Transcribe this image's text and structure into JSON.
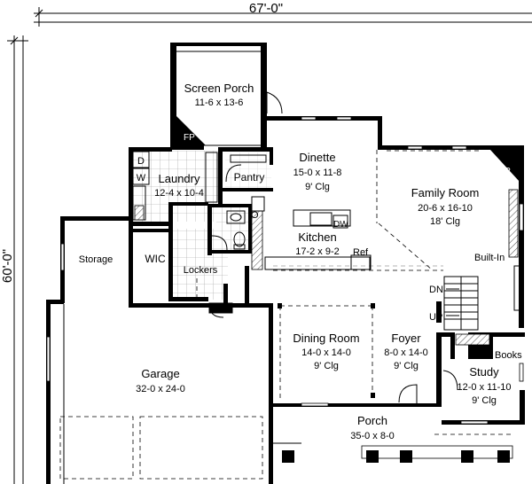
{
  "dimensions": {
    "overall_width": "67'-0\"",
    "overall_depth": "60'-0\""
  },
  "rooms": {
    "screen_porch": {
      "name": "Screen Porch",
      "size": "11-6 x 13-6"
    },
    "dinette": {
      "name": "Dinette",
      "size": "15-0 x 11-8",
      "ceiling": "9' Clg"
    },
    "laundry": {
      "name": "Laundry",
      "size": "12-4 x 10-4"
    },
    "pantry": {
      "name": "Pantry"
    },
    "family_room": {
      "name": "Family Room",
      "size": "20-6 x 16-10",
      "ceiling": "18' Clg"
    },
    "kitchen": {
      "name": "Kitchen",
      "size": "17-2 x 9-2"
    },
    "storage": {
      "name": "Storage"
    },
    "wic": {
      "name": "WIC"
    },
    "lockers": {
      "name": "Lockers"
    },
    "dining_room": {
      "name": "Dining Room",
      "size": "14-0 x 14-0",
      "ceiling": "9' Clg"
    },
    "foyer": {
      "name": "Foyer",
      "size": "8-0 x 14-0",
      "ceiling": "9' Clg"
    },
    "study": {
      "name": "Study",
      "size": "12-0 x 11-10",
      "ceiling": "9' Clg"
    },
    "garage": {
      "name": "Garage",
      "size": "32-0 x 24-0"
    },
    "porch": {
      "name": "Porch",
      "size": "35-0 x 8-0"
    }
  },
  "fixtures": {
    "fireplace_porch": "FP",
    "fireplace_family": "FP",
    "dryer": "D",
    "washer": "W",
    "dishwasher": "DW",
    "refrigerator": "Ref",
    "oven": "O",
    "built_in": "Built-In",
    "books": "Books",
    "stair_down": "DN",
    "stair_up": "UP"
  }
}
